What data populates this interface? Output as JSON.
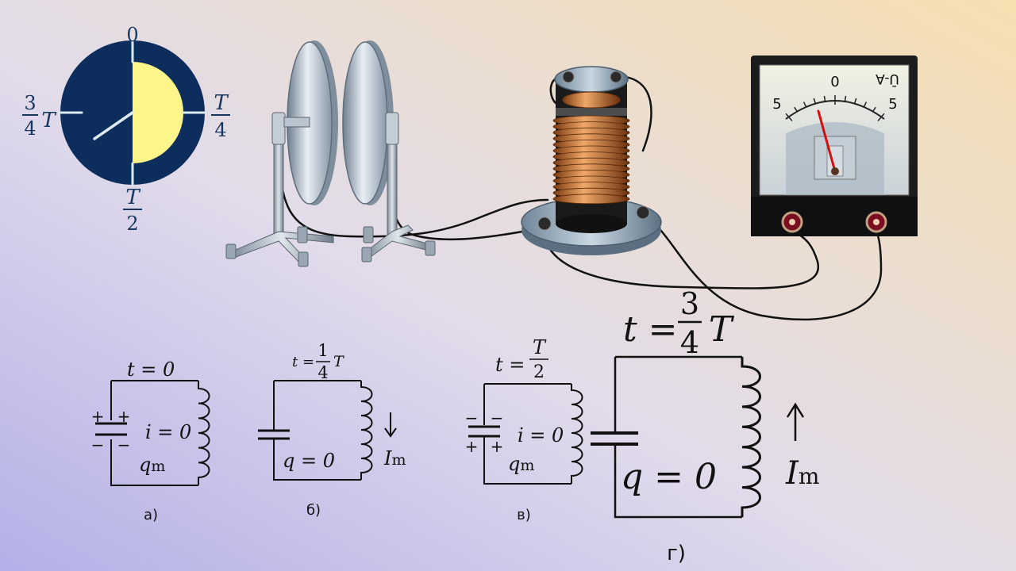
{
  "colors": {
    "clock_face": "#0d2d5c",
    "clock_fill": "#fbf58a",
    "clock_labels": "#17375e",
    "copper": "#c8763a",
    "needle": "#d01010"
  },
  "clock": {
    "top_label": "0",
    "right_num": "T",
    "right_den": "4",
    "bottom_num": "T",
    "bottom_den": "2",
    "left_prefix_num": "3",
    "left_prefix_den": "4",
    "left_var": "T",
    "filled_fraction": 0.5
  },
  "meter": {
    "scale_left": "5",
    "scale_mid": "0",
    "scale_right": "5",
    "unit_label": "Ū-A"
  },
  "circuits": [
    {
      "id": "a",
      "time": "t = 0",
      "current": "i = 0",
      "charge": "q",
      "charge_sub": "m",
      "caption": "а)"
    },
    {
      "id": "b",
      "time_prefix": "t =",
      "time_num": "1",
      "time_den": "4",
      "time_var": "T",
      "charge": "q = 0",
      "current": "I",
      "current_sub": "m",
      "caption": "б)"
    },
    {
      "id": "v",
      "time_prefix": "t =",
      "time_num": "T",
      "time_den": "2",
      "current": "i = 0",
      "charge": "q",
      "charge_sub": "m",
      "caption": "в)"
    },
    {
      "id": "g",
      "time_prefix": "t =",
      "time_num": "3",
      "time_den": "4",
      "time_var": "T",
      "charge": "q = 0",
      "current": "I",
      "current_sub": "m",
      "caption": "г)"
    }
  ]
}
